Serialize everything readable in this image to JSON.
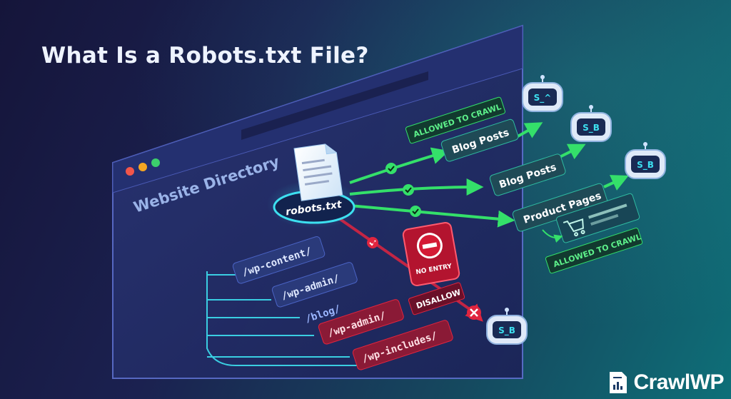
{
  "title": "What Is a Robots.txt File?",
  "browser": {
    "header": "Website Directory"
  },
  "file": {
    "label": "robots.txt"
  },
  "allowed": {
    "label_top": "ALLOWED TO CRAWL",
    "label_bottom": "ALLOWED TO CRAWL",
    "paths": [
      "Blog Posts",
      "Blog Posts",
      "Product Pages"
    ]
  },
  "blocked": {
    "sign": "NO ENTRY",
    "label": "DISALLOW"
  },
  "directories": [
    "/wp-content/",
    "/wp-admin/",
    "/blog/",
    "/wp-admin/",
    "/wp-includes/"
  ],
  "bots": [
    "S_^",
    "S_B",
    "S_B",
    "S_B"
  ],
  "brand": {
    "name": "CrawlWP"
  },
  "colors": {
    "allow": "#34e06a",
    "block": "#e0253f",
    "accent": "#2cc7d8"
  }
}
